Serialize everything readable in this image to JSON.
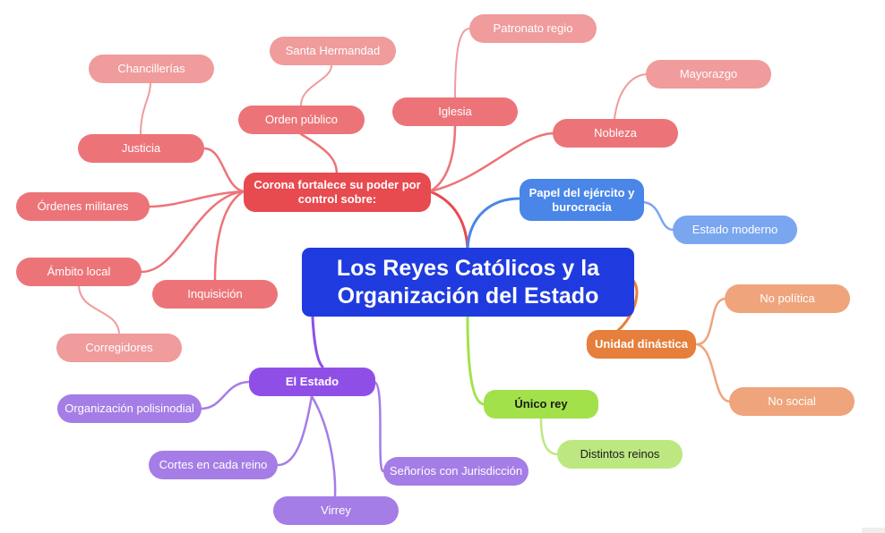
{
  "central_topic": "Los Reyes Católicos y la Organización del Estado",
  "branches": {
    "corona": {
      "label": "Corona fortalece su poder por control sobre:",
      "color": "#e74a4f",
      "children": {
        "justicia": "Justicia",
        "chancillerias": "Chancillerías",
        "ordenes_militares": "Órdenes militares",
        "ambito_local": "Ámbito local",
        "corregidores": "Corregidores",
        "inquisicion": "Inquisición",
        "orden_publico": "Orden público",
        "santa_hermandad": "Santa Hermandad",
        "iglesia": "Iglesia",
        "patronato_regio": "Patronato regio",
        "nobleza": "Nobleza",
        "mayorazgo": "Mayorazgo"
      }
    },
    "ejercito": {
      "label": "Papel del ejército y burocracia",
      "color": "#4a86e8",
      "children": {
        "estado_moderno": "Estado moderno"
      }
    },
    "unidad": {
      "label": "Unidad dinástica",
      "color": "#e67e3c",
      "children": {
        "no_politica": "No política",
        "no_social": "No social"
      }
    },
    "unico_rey": {
      "label": "Único rey",
      "color": "#a3e14a",
      "children": {
        "distintos_reinos": "Distintos reinos"
      }
    },
    "estado": {
      "label": "El Estado",
      "color": "#8f4fe6",
      "children": {
        "polisinodial": "Organización polisinodial",
        "cortes": "Cortes en cada reino",
        "virrey": "Virrey",
        "senorios": "Señoríos con Jurisdicción"
      }
    }
  },
  "center_color": "#1f3bdf"
}
